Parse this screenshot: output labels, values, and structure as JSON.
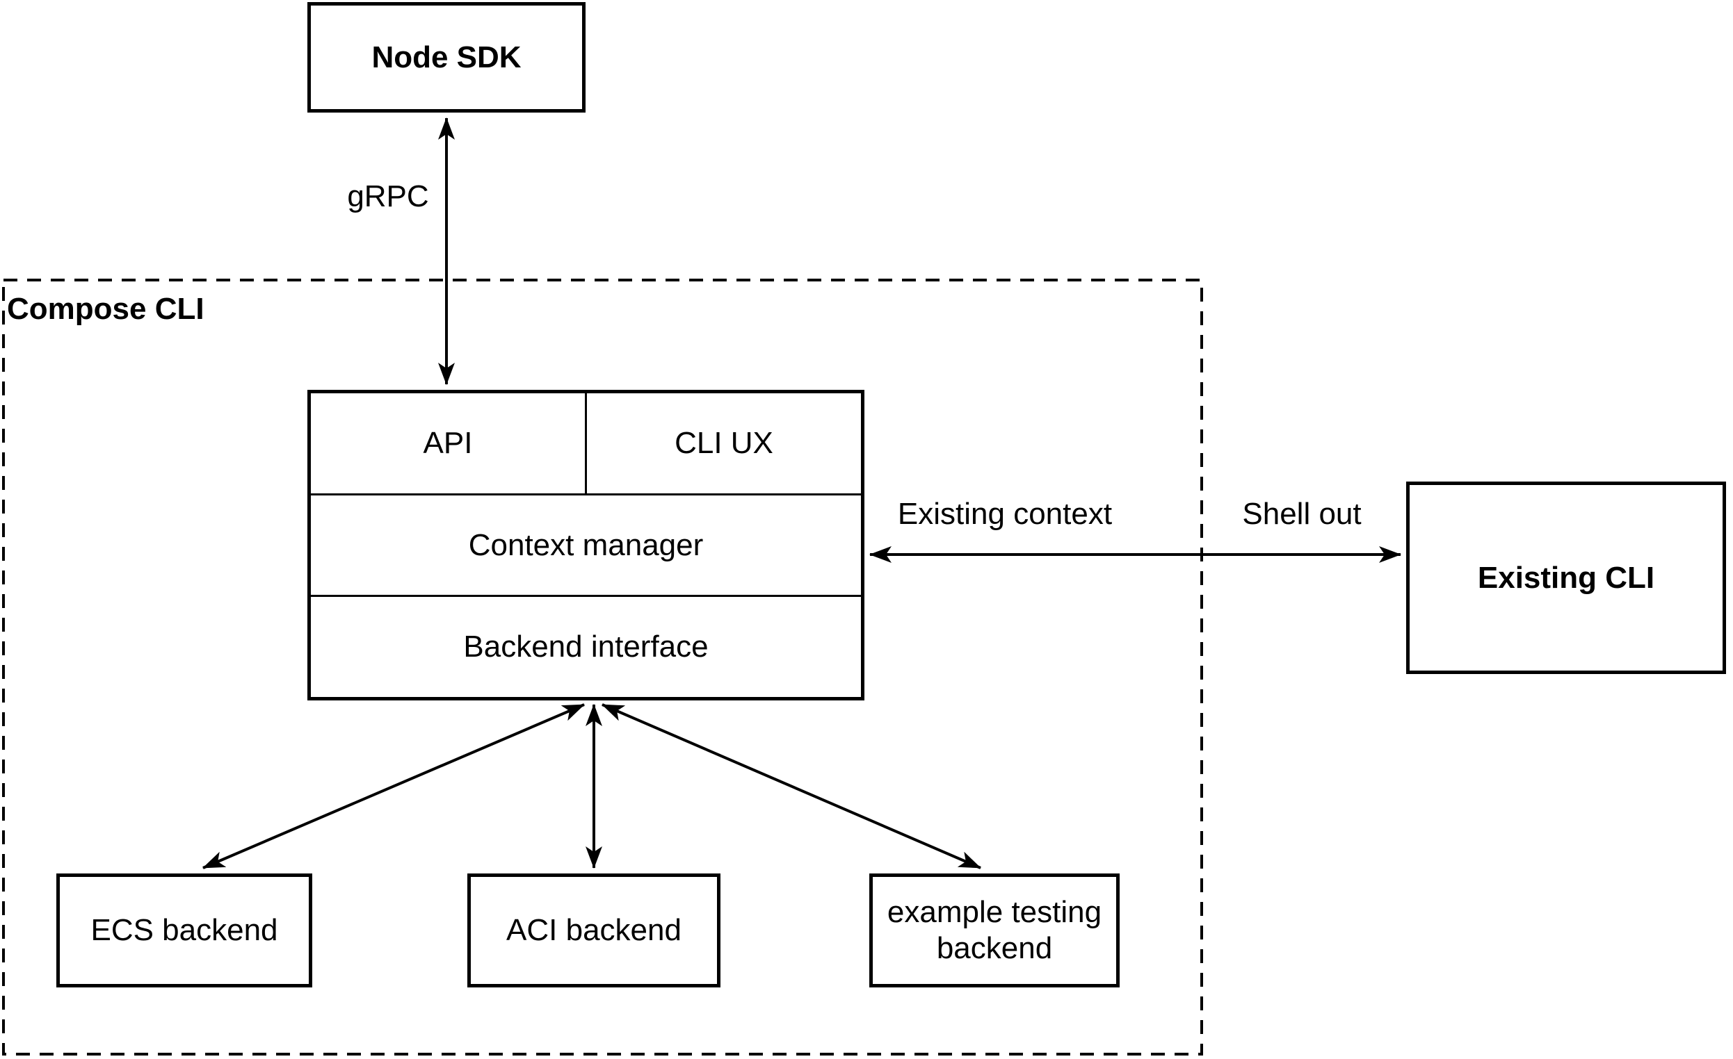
{
  "diagram": {
    "nodes": {
      "node_sdk": {
        "label": "Node SDK"
      },
      "compose_cli": {
        "label": "Compose CLI"
      },
      "api": {
        "label": "API"
      },
      "cli_ux": {
        "label": "CLI UX"
      },
      "context_manager": {
        "label": "Context manager"
      },
      "backend_interface": {
        "label": "Backend interface"
      },
      "existing_cli": {
        "label": "Existing CLI"
      },
      "ecs_backend": {
        "label": "ECS backend"
      },
      "aci_backend": {
        "label": "ACI backend"
      },
      "example_testing_backend": {
        "label": "example testing backend"
      }
    },
    "edges": {
      "grpc": {
        "label": "gRPC"
      },
      "existing_context": {
        "label": "Existing context"
      },
      "shell_out": {
        "label": "Shell out"
      }
    },
    "colors": {
      "stroke": "#000000",
      "background": "#ffffff"
    }
  }
}
